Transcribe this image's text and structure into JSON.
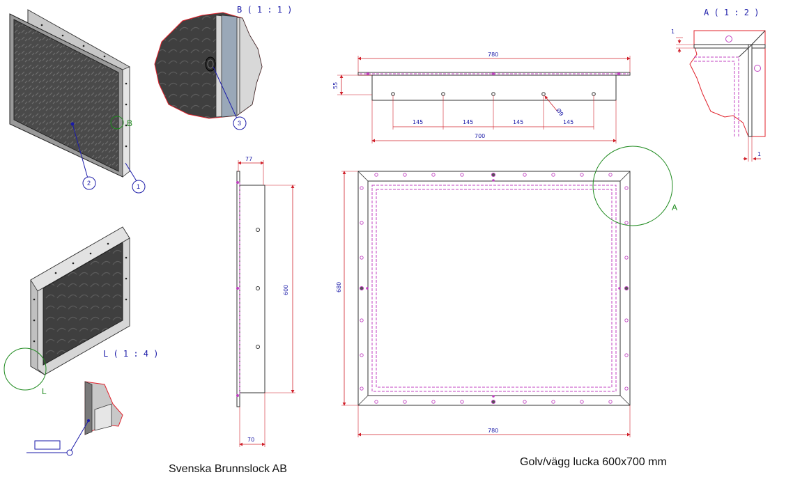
{
  "views": {
    "detail_b": "B ( 1 : 1 )",
    "detail_a": "A ( 1 : 2 )",
    "detail_l": "L ( 1 : 4 )"
  },
  "markers": {
    "b": "B",
    "a": "A",
    "l": "L"
  },
  "balloons": {
    "one": "1",
    "two": "2",
    "three": "3"
  },
  "dimensions": {
    "top_width": "780",
    "top_height": "55",
    "hole_spacing": [
      "145",
      "145",
      "145",
      "145"
    ],
    "hole_dia": "Ø9",
    "inner_width": "700",
    "side_top": "77",
    "side_height": "600",
    "side_bottom": "70",
    "front_height": "680",
    "front_width": "780",
    "detail_a_top": "1",
    "detail_a_bottom": "1"
  },
  "footer": {
    "company": "Svenska Brunnslock AB",
    "product": "Golv/vägg lucka 600x700 mm"
  },
  "colors": {
    "dimension": "#1a1aa8",
    "measure": "#d0202a",
    "hidden": "#c040c0",
    "marker": "#1e8a1e"
  }
}
